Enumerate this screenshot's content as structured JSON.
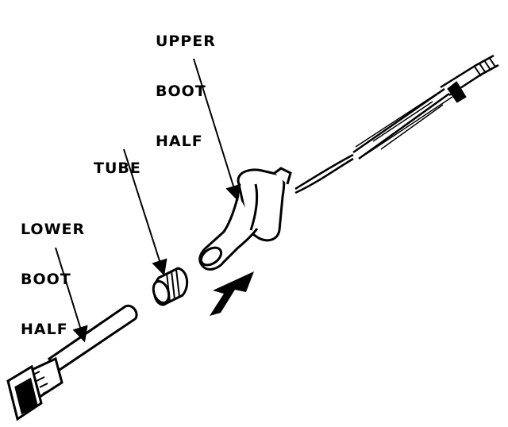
{
  "labels": {
    "upper_boot_half": [
      "UPPER",
      "BOOT",
      "HALF"
    ],
    "tube": [
      "TUBE"
    ],
    "lower_boot_half": [
      "LOWER",
      "BOOT",
      "HALF"
    ]
  },
  "colors": {
    "ink": "#000000",
    "paper": "#ffffff"
  }
}
